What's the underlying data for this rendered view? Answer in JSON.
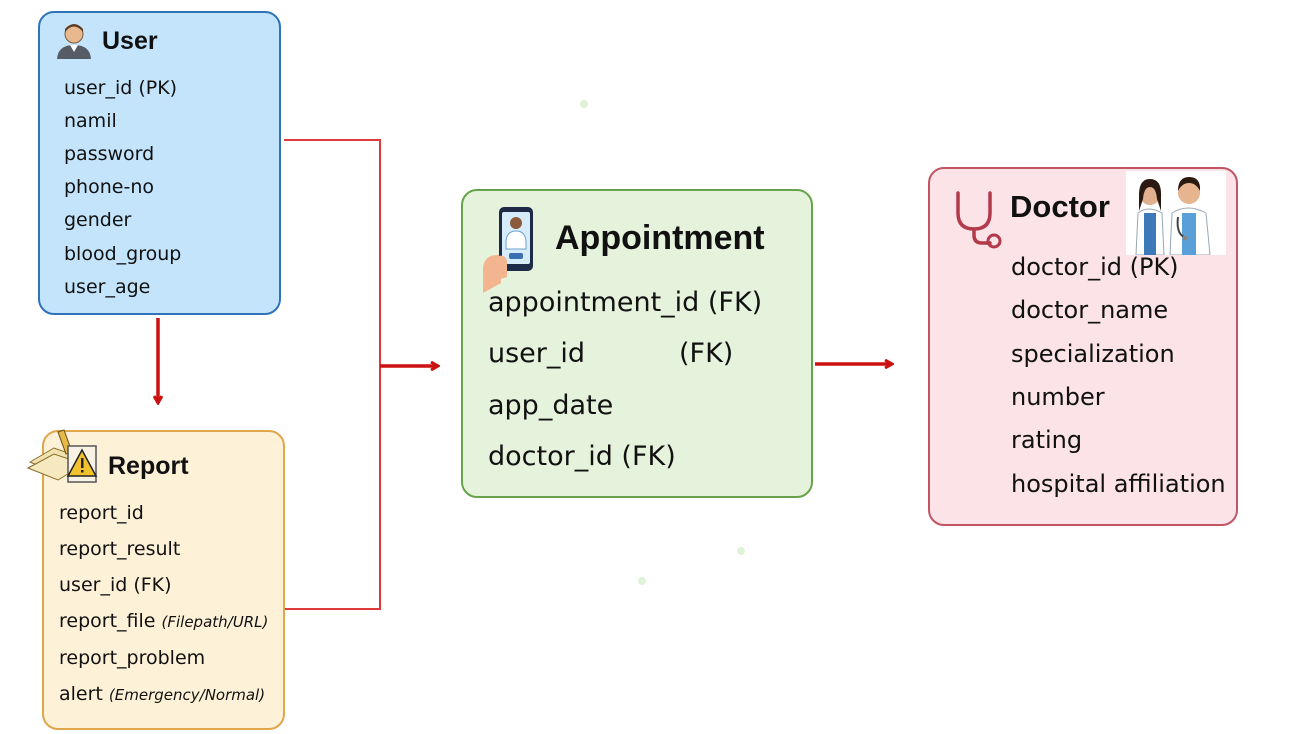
{
  "user": {
    "title": "User",
    "fields": [
      "user_id (PK)",
      "namil",
      "password",
      "phone-no",
      "gender",
      "blood_group",
      "user_age"
    ]
  },
  "report": {
    "title": "Report",
    "fields": [
      {
        "name": "report_id",
        "note": ""
      },
      {
        "name": "report_result",
        "note": ""
      },
      {
        "name": "user_id (FK)",
        "note": ""
      },
      {
        "name": "report_file",
        "note": "(Filepath/URL)"
      },
      {
        "name": "report_problem",
        "note": ""
      },
      {
        "name": "alert",
        "note": "(Emergency/Normal)"
      }
    ]
  },
  "appointment": {
    "title": "Appointment",
    "fields": [
      "appointment_id (FK)",
      "user_id",
      "(FK)",
      "app_date",
      "doctor_id (FK)"
    ]
  },
  "doctor": {
    "title": "Doctor",
    "fields": [
      "doctor_id  (PK)",
      "doctor_name",
      "specialization",
      "number",
      "rating",
      "hospital affiliation"
    ]
  },
  "icons": {
    "user": "user-avatar-icon",
    "report": "report-warning-icon",
    "appointment": "doctor-phone-icon",
    "doctor": "stethoscope-icon",
    "doctors": "doctors-illustration-icon"
  },
  "colors": {
    "arrow": "#cc1111",
    "user_fill": "#c3e4fb",
    "user_border": "#2f73b8",
    "report_fill": "#fdf1d8",
    "report_border": "#e0a64a",
    "appointment_fill": "#e6f3dc",
    "appointment_border": "#67a34a",
    "doctor_fill": "#fbe3e7",
    "doctor_border": "#c15563"
  }
}
